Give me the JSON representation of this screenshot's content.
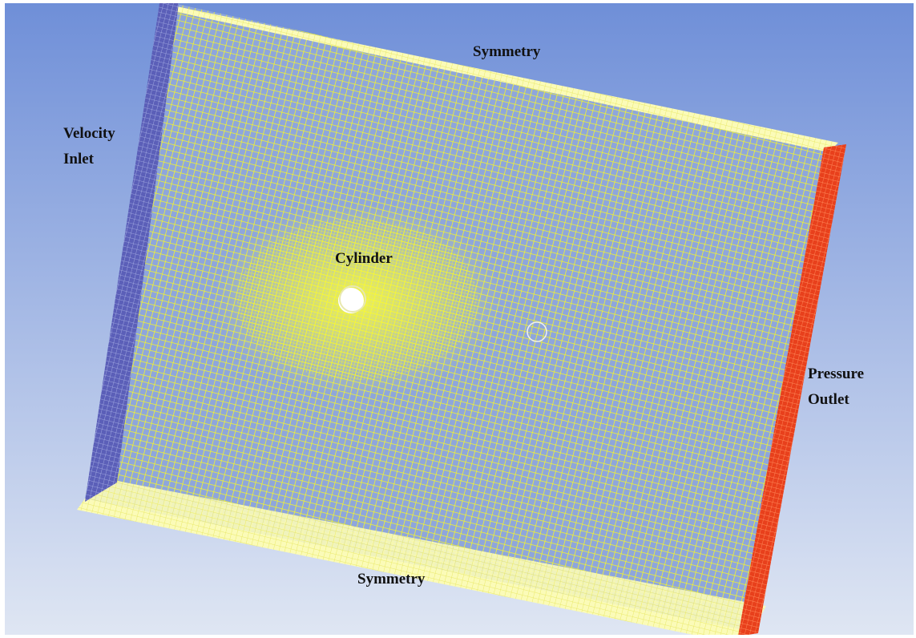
{
  "labels": {
    "symmetry_top": "Symmetry",
    "symmetry_bottom": "Symmetry",
    "velocity_inlet_line1": "Velocity",
    "velocity_inlet_line2": "Inlet",
    "cylinder": "Cylinder",
    "pressure_outlet_line1": "Pressure",
    "pressure_outlet_line2": "Outlet"
  },
  "colors": {
    "background_top": "#6f8fd8",
    "background_bottom": "#dfe6f3",
    "mesh_yellow": "#f5f52a",
    "mesh_light_yellow": "#fbfbb8",
    "inlet_blue": "#5b5fb8",
    "outlet_red": "#e8401c",
    "cylinder_white": "#ffffff"
  }
}
